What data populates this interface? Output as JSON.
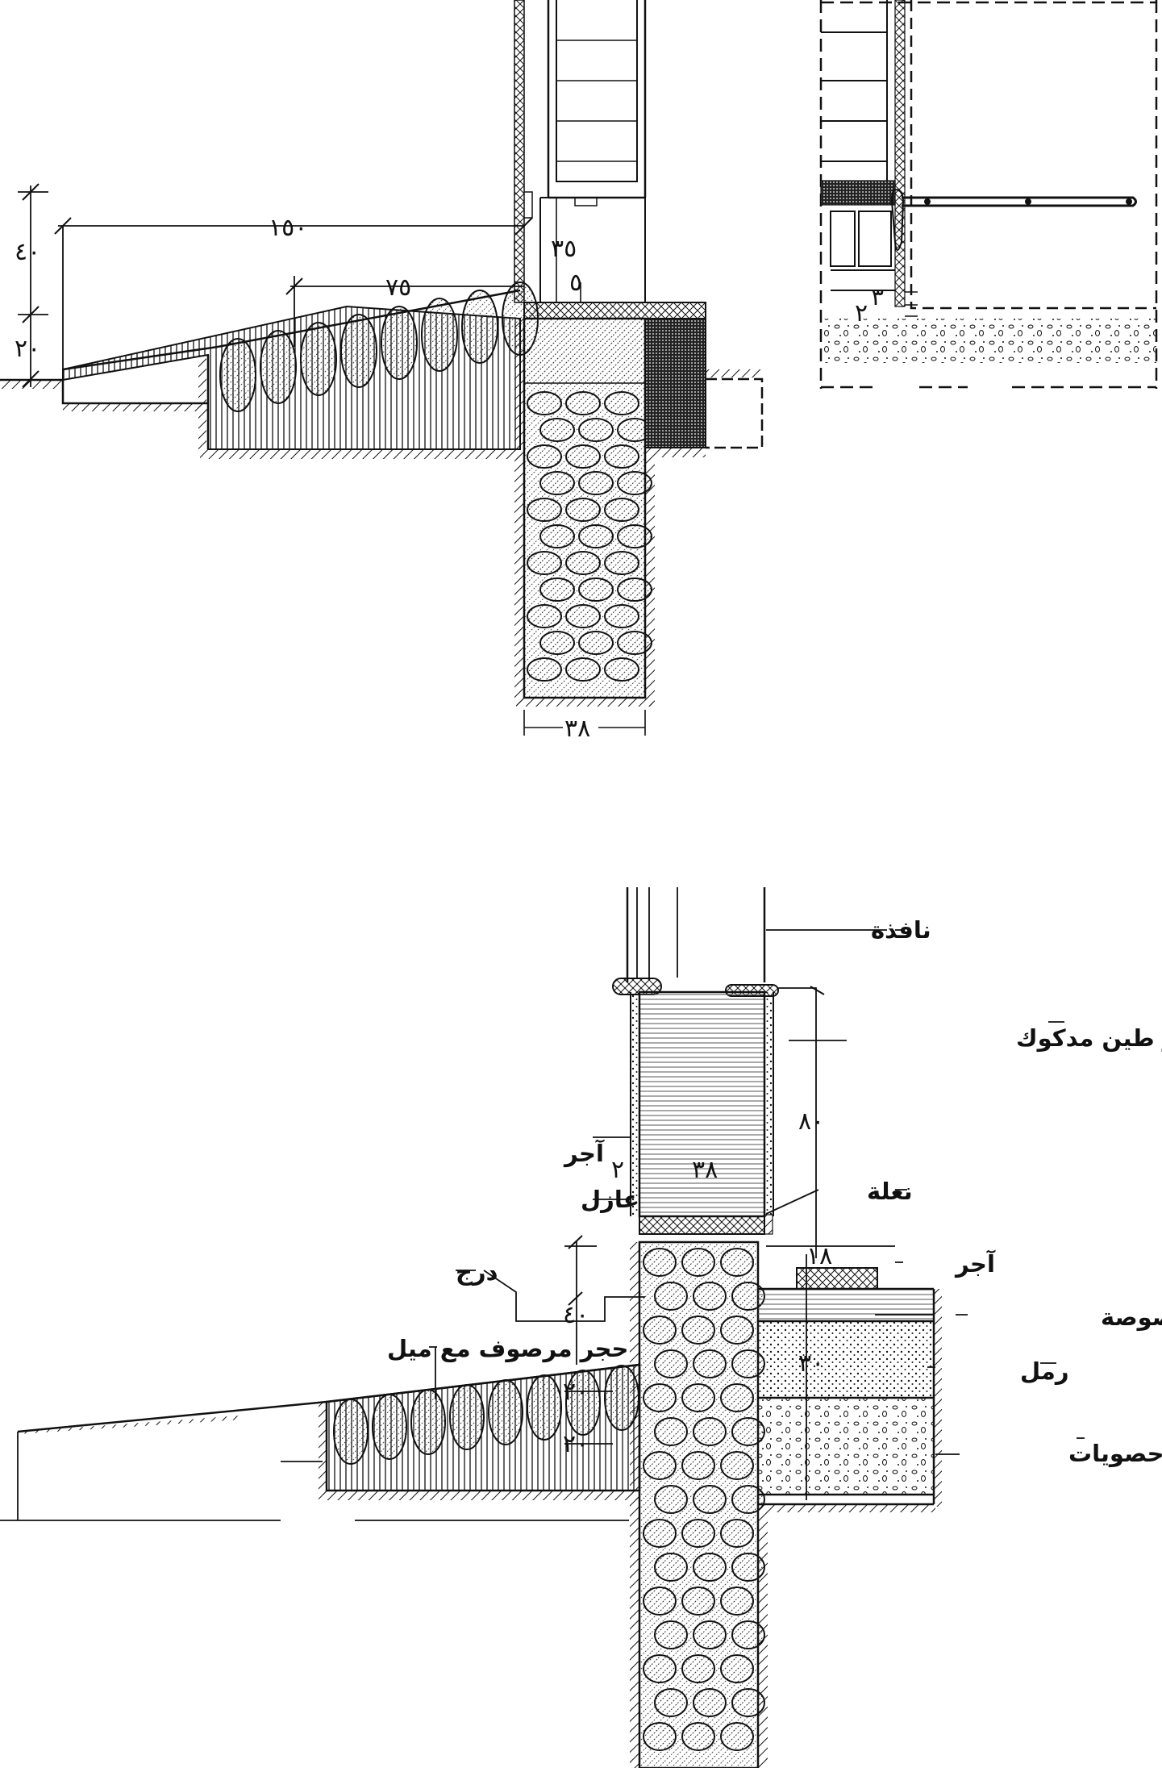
{
  "top_detail": {
    "dims": {
      "d40": "٤٠",
      "d20": "٢٠",
      "d150": "١٥٠",
      "d75": "٧٥",
      "d35": "٣٥",
      "d5": "٥",
      "d38": "٣٨",
      "d3": "٣",
      "d2": "٢"
    }
  },
  "bottom_detail": {
    "labels": {
      "window": "نافذة",
      "rammed_earth_wall": "جدار طين مدكوك",
      "brick_top": "آجر",
      "insulation": "عازل",
      "sill": "نعلة",
      "brick_right": "آجر",
      "step": "درج",
      "paved_stone": "حجر مرصوف مع ميل",
      "compacted_soil": "تربة مرصوصة",
      "sand": "رمل",
      "gravel": "حصويات"
    },
    "dims": {
      "d80": "٨٠",
      "d38": "٣٨",
      "d2": "٢",
      "d18": "١٨",
      "d40": "٤٠",
      "d20a": "٢٠",
      "d20b": "٢٠",
      "d30": "٣٠"
    }
  }
}
